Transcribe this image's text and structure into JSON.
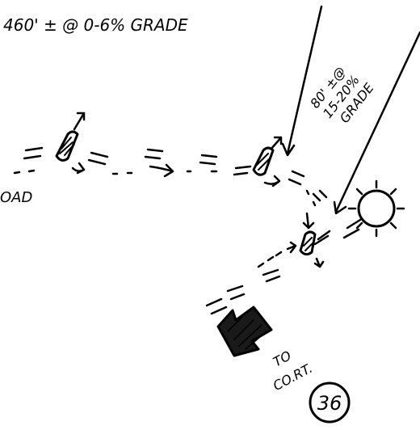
{
  "title_note": "460' ± @ 0-6% GRADE",
  "road_label": "OAD",
  "grade_note": {
    "line1": "80' ±@",
    "line2": "15-20%",
    "line3": "GRADE"
  },
  "direction_label": {
    "line1": "TO",
    "line2": "CO.RT."
  },
  "sheet_number": "36",
  "colors": {
    "ink": "#000000",
    "paper": "#ffffff"
  }
}
